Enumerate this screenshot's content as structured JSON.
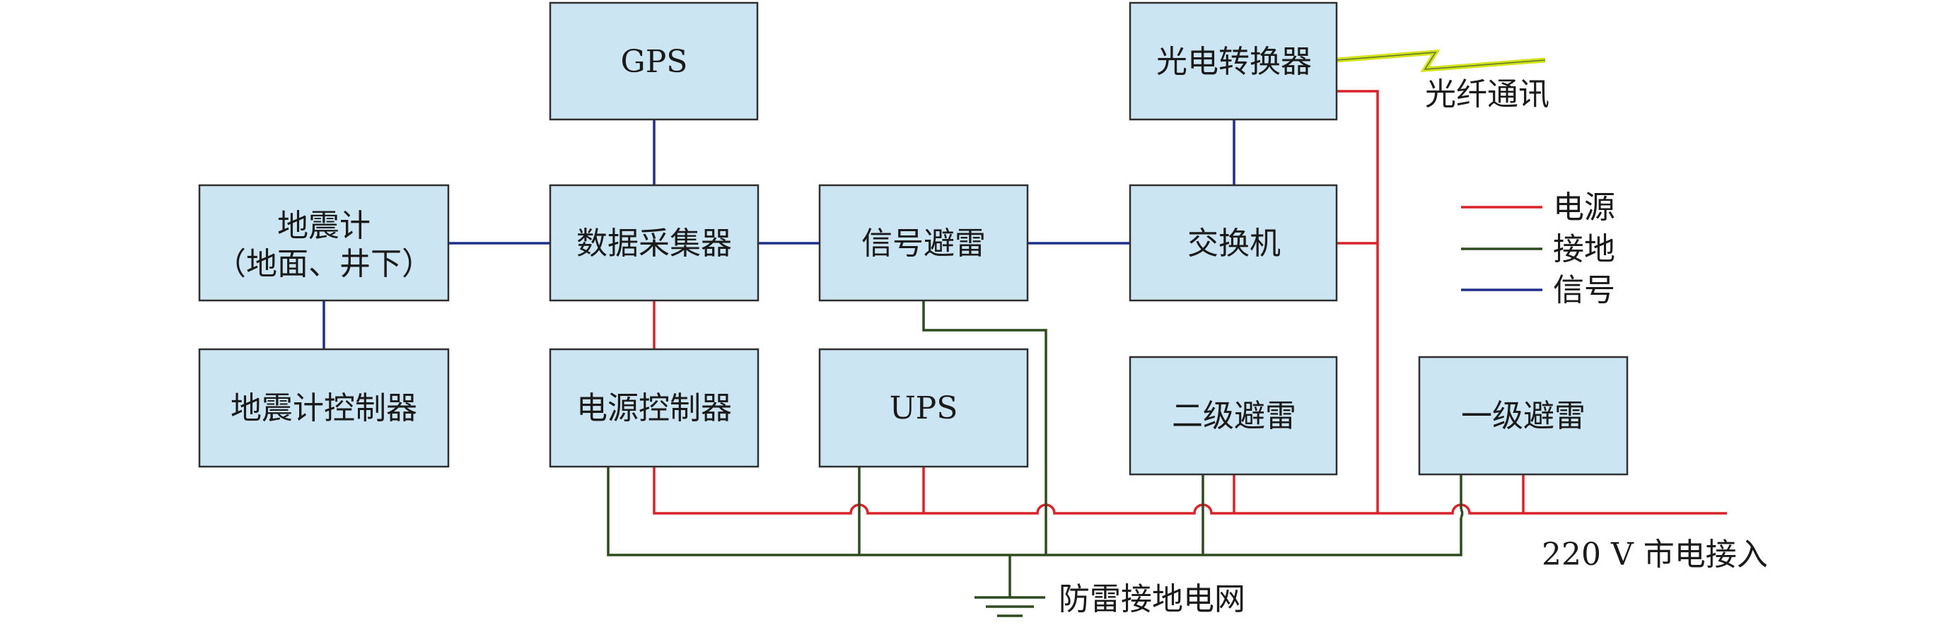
{
  "boxes": {
    "gps": "GPS",
    "oe_converter": "光电转换器",
    "seismometer_line1": "地震计",
    "seismometer_line2": "（地面、井下）",
    "data_acquisition": "数据采集器",
    "signal_lightning": "信号避雷",
    "switch": "交换机",
    "seis_controller": "地震计控制器",
    "power_controller": "电源控制器",
    "ups": "UPS",
    "secondary_lightning": "二级避雷",
    "primary_lightning": "一级避雷"
  },
  "labels": {
    "fiber": "光纤通讯",
    "mains": "220 V 市电接入",
    "ground_net": "防雷接地电网"
  },
  "legend": [
    {
      "label": "电源",
      "color": "#d9232a"
    },
    {
      "label": "接地",
      "color": "#2e4b1f"
    },
    {
      "label": "信号",
      "color": "#1f2f8a"
    }
  ],
  "colors": {
    "box_fill": "#cce5f3",
    "power": "#d9232a",
    "ground": "#2e4b1f",
    "signal": "#1f2f8a",
    "fiber_link": "#d4e21c"
  }
}
